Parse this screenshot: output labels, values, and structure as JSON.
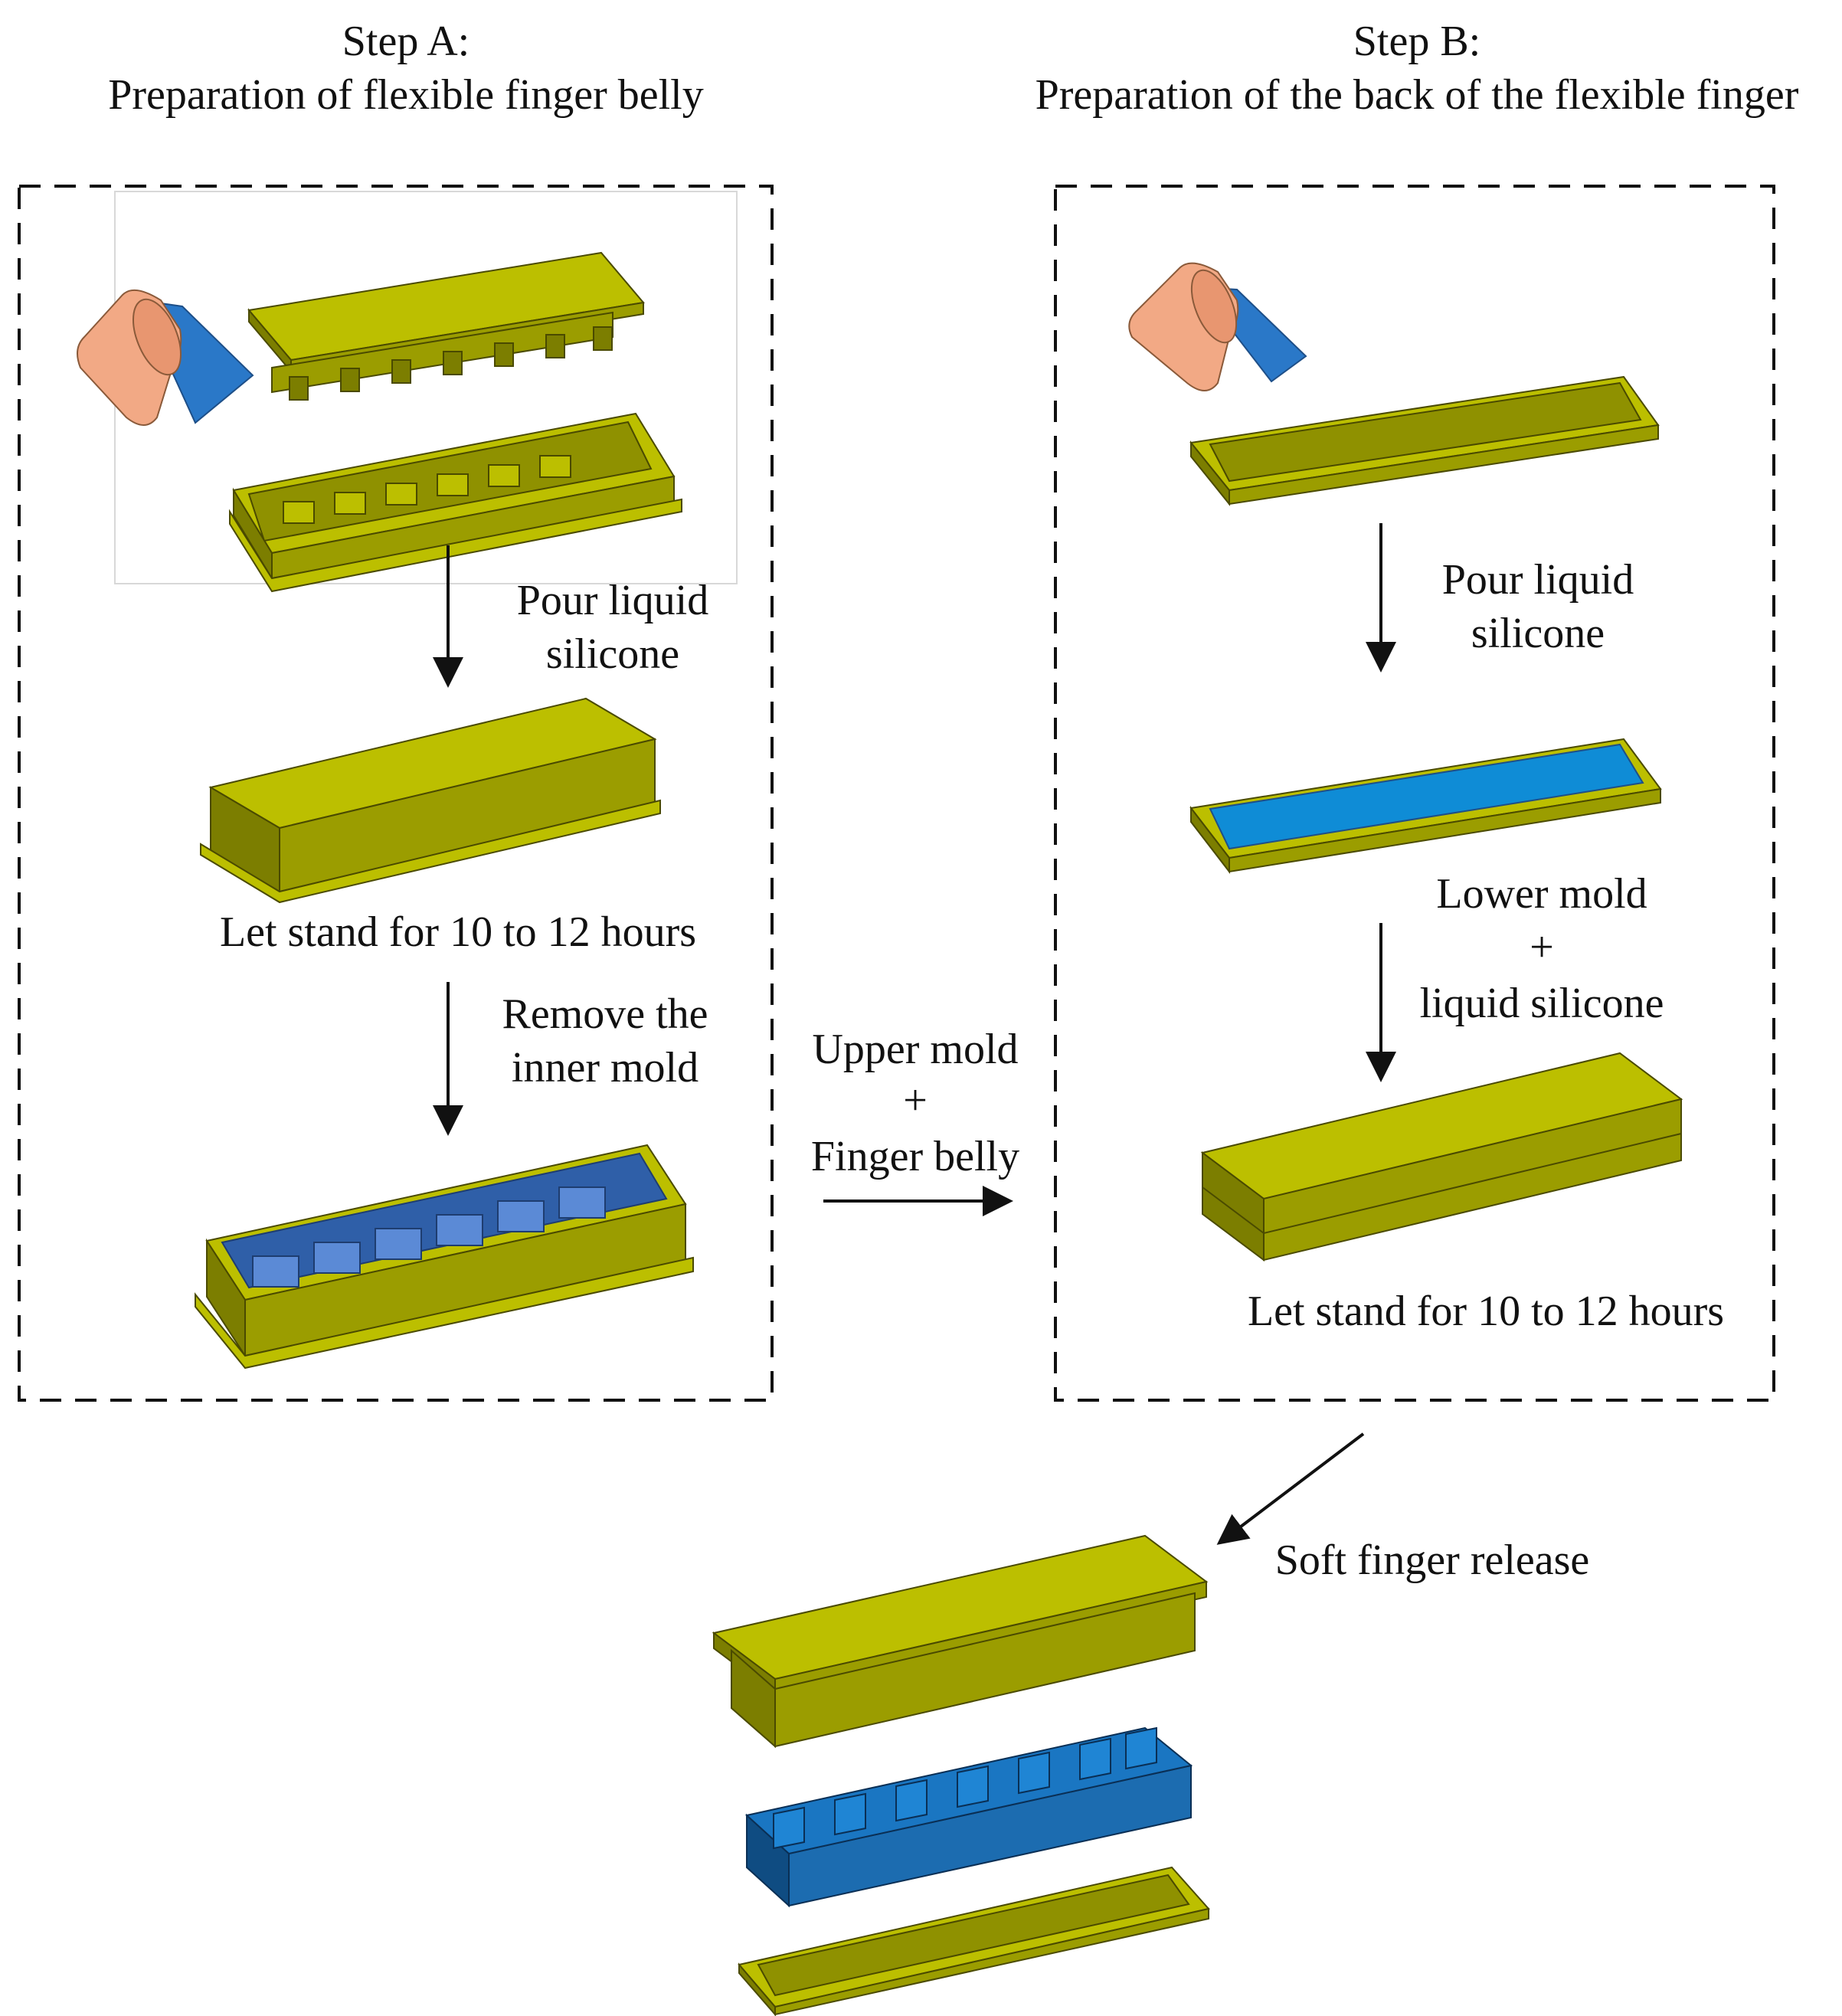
{
  "step_a": {
    "title": "Step A:",
    "subtitle": "Preparation of flexible finger belly",
    "pour_label": [
      "Pour liquid",
      "silicone"
    ],
    "stand_label": "Let stand for 10 to 12 hours",
    "remove_label": [
      "Remove the",
      "inner mold"
    ]
  },
  "transfer": {
    "label": [
      "Upper mold",
      "+",
      "Finger belly"
    ]
  },
  "step_b": {
    "title": "Step B:",
    "subtitle": "Preparation of the back of the flexible finger",
    "pour_label": [
      "Pour liquid",
      "silicone"
    ],
    "combine_label": [
      "Lower mold",
      "+",
      "liquid silicone"
    ],
    "stand_label": "Let stand for 10 to 12 hours"
  },
  "release": {
    "label": "Soft finger release"
  },
  "colors": {
    "mold_top": "#bcbf00",
    "mold_front": "#9b9d00",
    "mold_side": "#7c7e00",
    "silicone": "#2a78c8",
    "silicone_dark": "#1e5a9a",
    "silicone_light": "#0f8cd6",
    "cup": "#f2a985",
    "inner_blue": "#5b8ad6"
  }
}
